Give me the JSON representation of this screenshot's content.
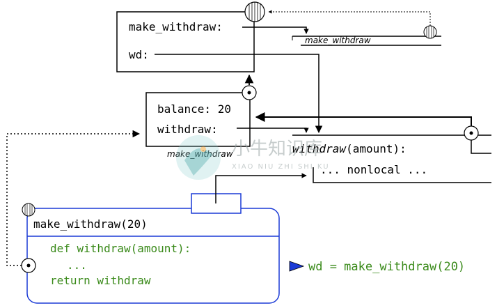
{
  "global_frame": {
    "bindings": [
      "make_withdraw:",
      "wd:"
    ]
  },
  "make_withdraw_function": {
    "label": "make_withdraw"
  },
  "local_frame": {
    "bindings": [
      "balance: 20",
      "withdraw:"
    ],
    "label": "make_withdraw"
  },
  "withdraw_function": {
    "signature_name": "withdraw",
    "signature_params": "(amount):",
    "body": "... nonlocal ..."
  },
  "call_box": {
    "title": "make_withdraw(20)",
    "code": [
      "def withdraw(amount):",
      "...",
      "return withdraw"
    ]
  },
  "statement": {
    "text": "wd = make_withdraw(20)"
  },
  "watermark": {
    "title": "小牛知识库",
    "subtitle": "XIAO NIU ZHI SHI KU"
  },
  "colors": {
    "ink": "#000000",
    "code_green": "#3a8a1a",
    "frame_blue": "#1a3ad6",
    "watermark_teal": "#5fb3b3"
  }
}
